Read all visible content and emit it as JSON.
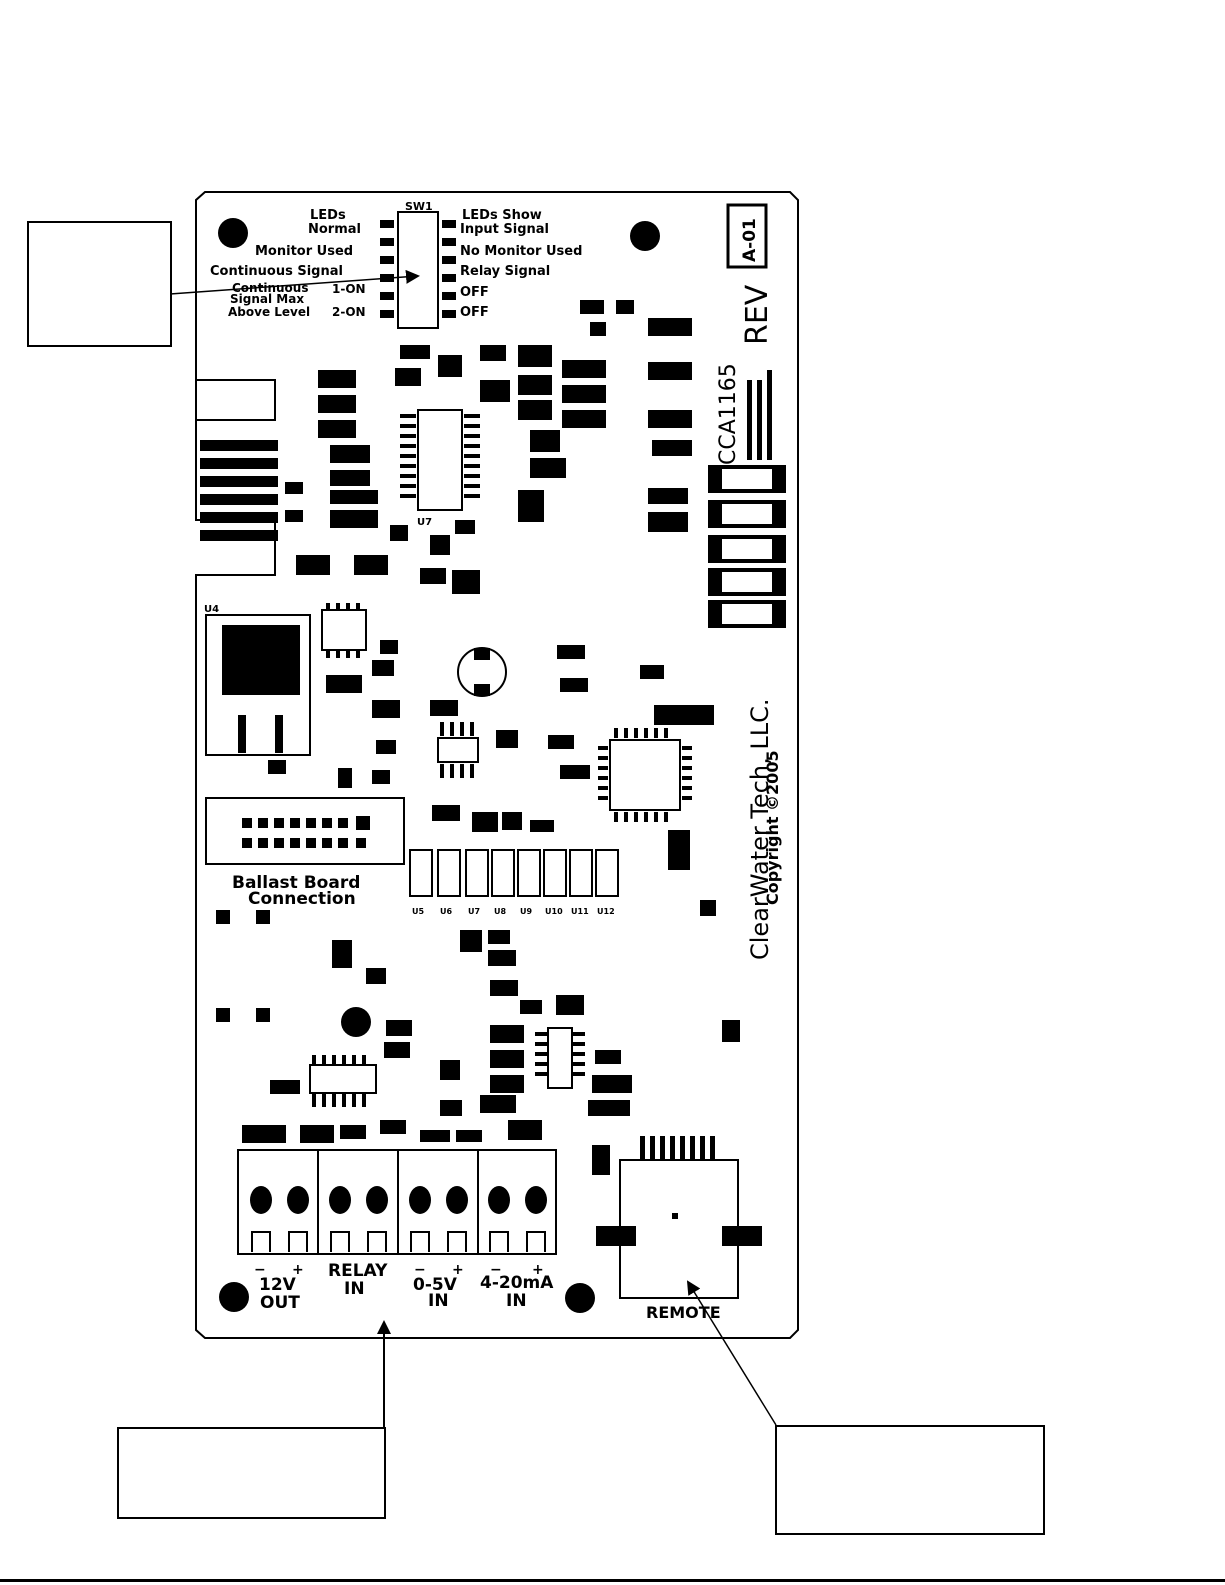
{
  "board": {
    "rev_label": "REV",
    "rev_value": "A-01",
    "part_number": "CCA1165",
    "company": "ClearWater Tech, LLC.",
    "copyright": "Copyright ©2005",
    "sw1_ref": "SW1",
    "u7_ref": "U7",
    "u4_ref": "U4",
    "dip_left_labels": [
      "LEDs",
      "Normal",
      "Monitor Used",
      "Continuous Signal",
      "Continuous",
      "Signal Max",
      "Above Level"
    ],
    "dip_left_suffix": [
      "1-ON",
      "2-ON"
    ],
    "dip_right_labels": [
      "LEDs Show",
      "Input Signal",
      "No Monitor Used",
      "Relay Signal",
      "OFF",
      "OFF"
    ],
    "ballast_line1": "Ballast Board",
    "ballast_line2": "Connection",
    "remote_label": "REMOTE",
    "terminals": [
      {
        "name": "12V",
        "sub": "OUT",
        "minus": "−",
        "plus": "+"
      },
      {
        "name": "RELAY",
        "sub": "IN",
        "minus": "",
        "plus": ""
      },
      {
        "name": "0-5V",
        "sub": "IN",
        "minus": "−",
        "plus": "+"
      },
      {
        "name": "4-20mA",
        "sub": "IN",
        "minus": "−",
        "plus": "+"
      }
    ],
    "u_labels": [
      "U5",
      "U6",
      "U7",
      "U8",
      "U9",
      "U10",
      "U11",
      "U12"
    ]
  },
  "callouts": {
    "dip_switch": "",
    "terminal_block": "",
    "remote_connector": ""
  }
}
